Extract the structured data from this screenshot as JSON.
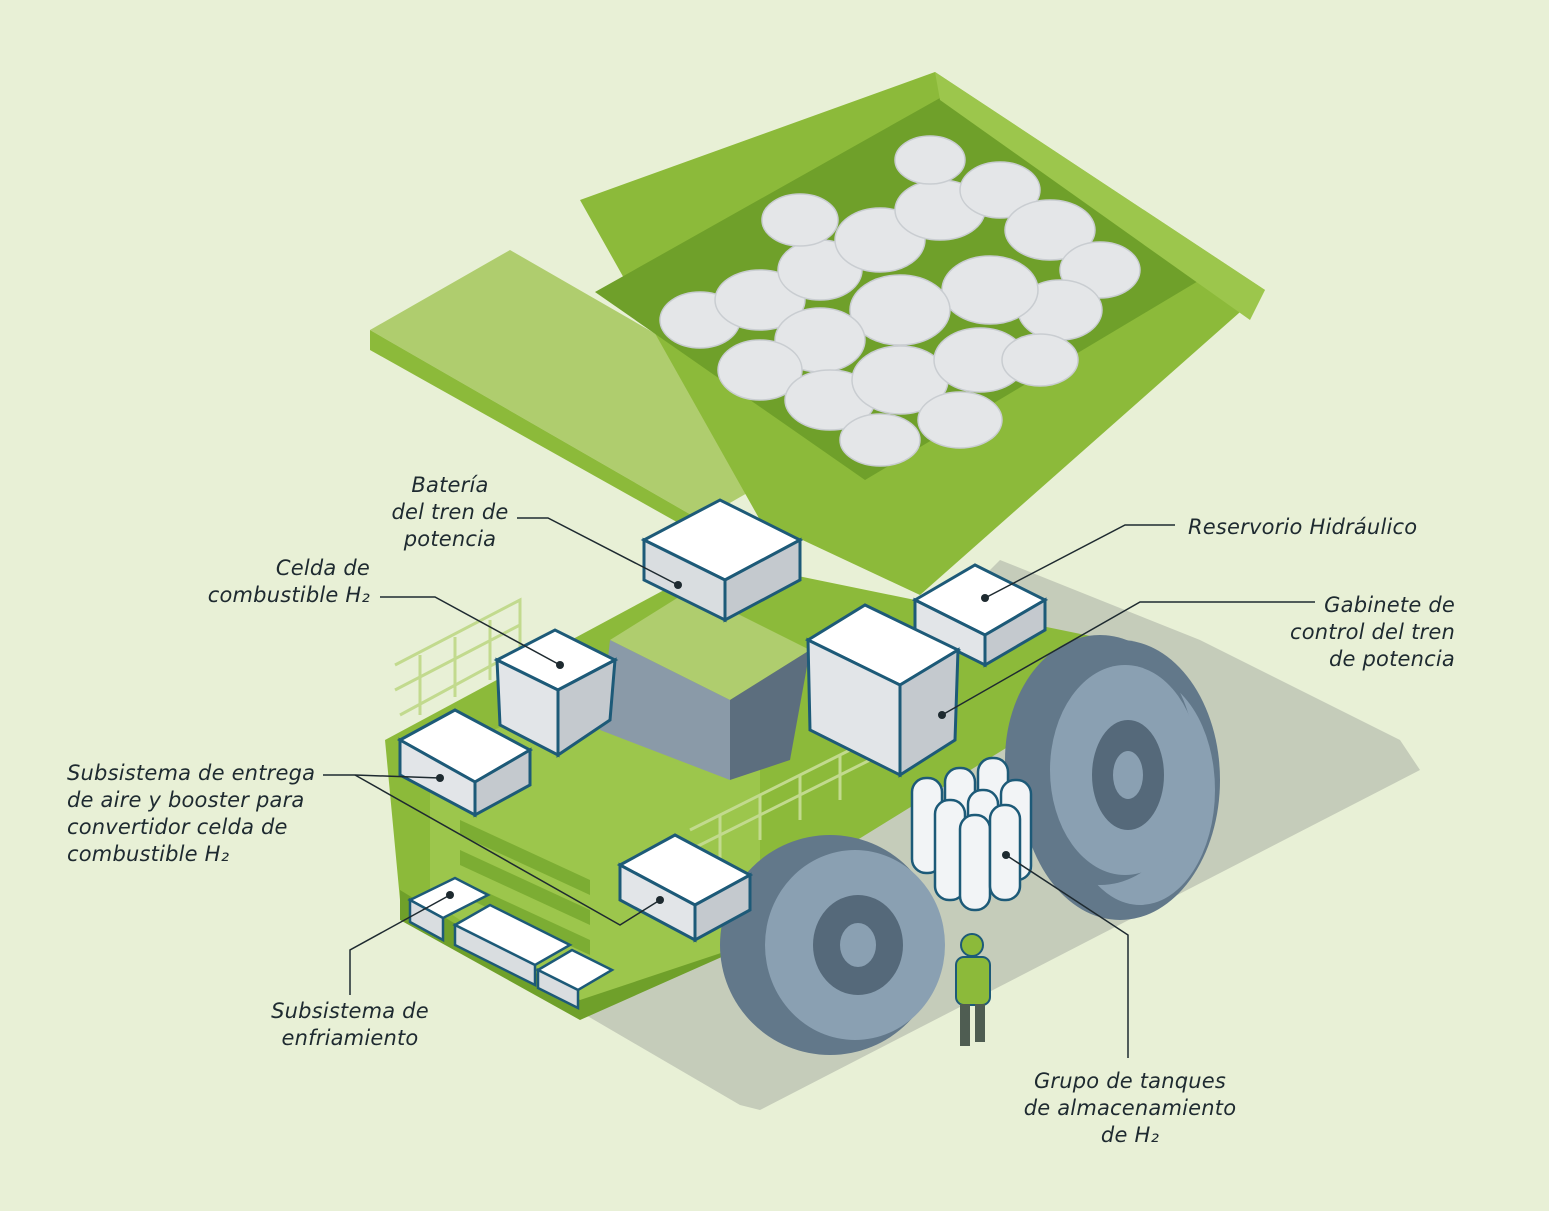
{
  "labels": {
    "bateria": "Batería\ndel tren de\npotencia",
    "celda": "Celda de\ncombustible H₂",
    "subsistema_aire": "Subsistema de entrega\nde aire y booster para\nconvertidor celda de\ncombustible H₂",
    "enfriamiento": "Subsistema de\nenfriamiento",
    "reservorio": "Reservorio Hidráulico",
    "gabinete": "Gabinete de\ncontrol del tren\nde potencia",
    "tanques": "Grupo de tanques\nde almacenamiento\nde H₂"
  },
  "colors": {
    "background": "#e8f0d6",
    "truck_green": "#8cba3a",
    "truck_light": "#afcd6e",
    "truck_dark": "#6fa02a",
    "component_white": "#f2f4f6",
    "component_outline": "#1d5a78",
    "tire": "#6f8597",
    "shadow": "#c5ccba"
  }
}
